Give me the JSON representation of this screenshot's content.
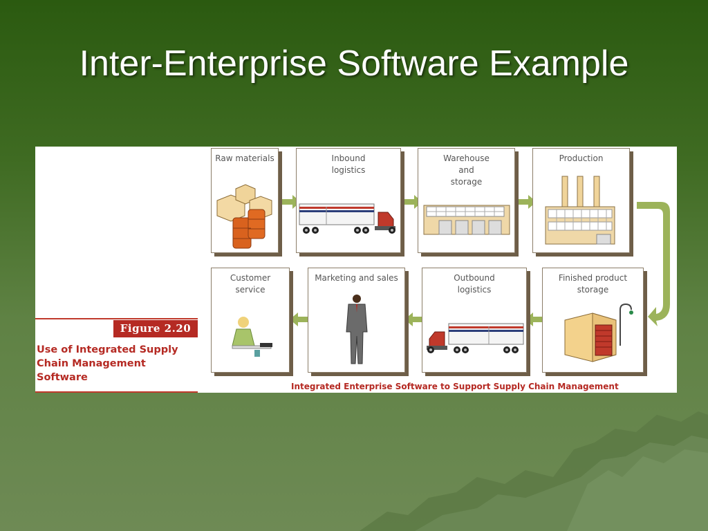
{
  "slide": {
    "title": "Inter-Enterprise Software Example"
  },
  "figure": {
    "number": "Figure 2.20",
    "title": "Use of Integrated Supply Chain Management Software",
    "flow_caption": "Integrated Enterprise Software to Support Supply Chain Management"
  },
  "stages": {
    "raw_materials": "Raw materials",
    "inbound_logistics": "Inbound\nlogistics",
    "warehouse_storage": "Warehouse\nand\nstorage",
    "production": "Production",
    "finished_product_storage": "Finished product\nstorage",
    "outbound_logistics": "Outbound\nlogistics",
    "marketing_sales": "Marketing and sales",
    "customer_service": "Customer\nservice"
  },
  "colors": {
    "accent_red": "#b52a23",
    "arrow_green": "#9cb35a",
    "box_shadow": "#6e5e48"
  }
}
